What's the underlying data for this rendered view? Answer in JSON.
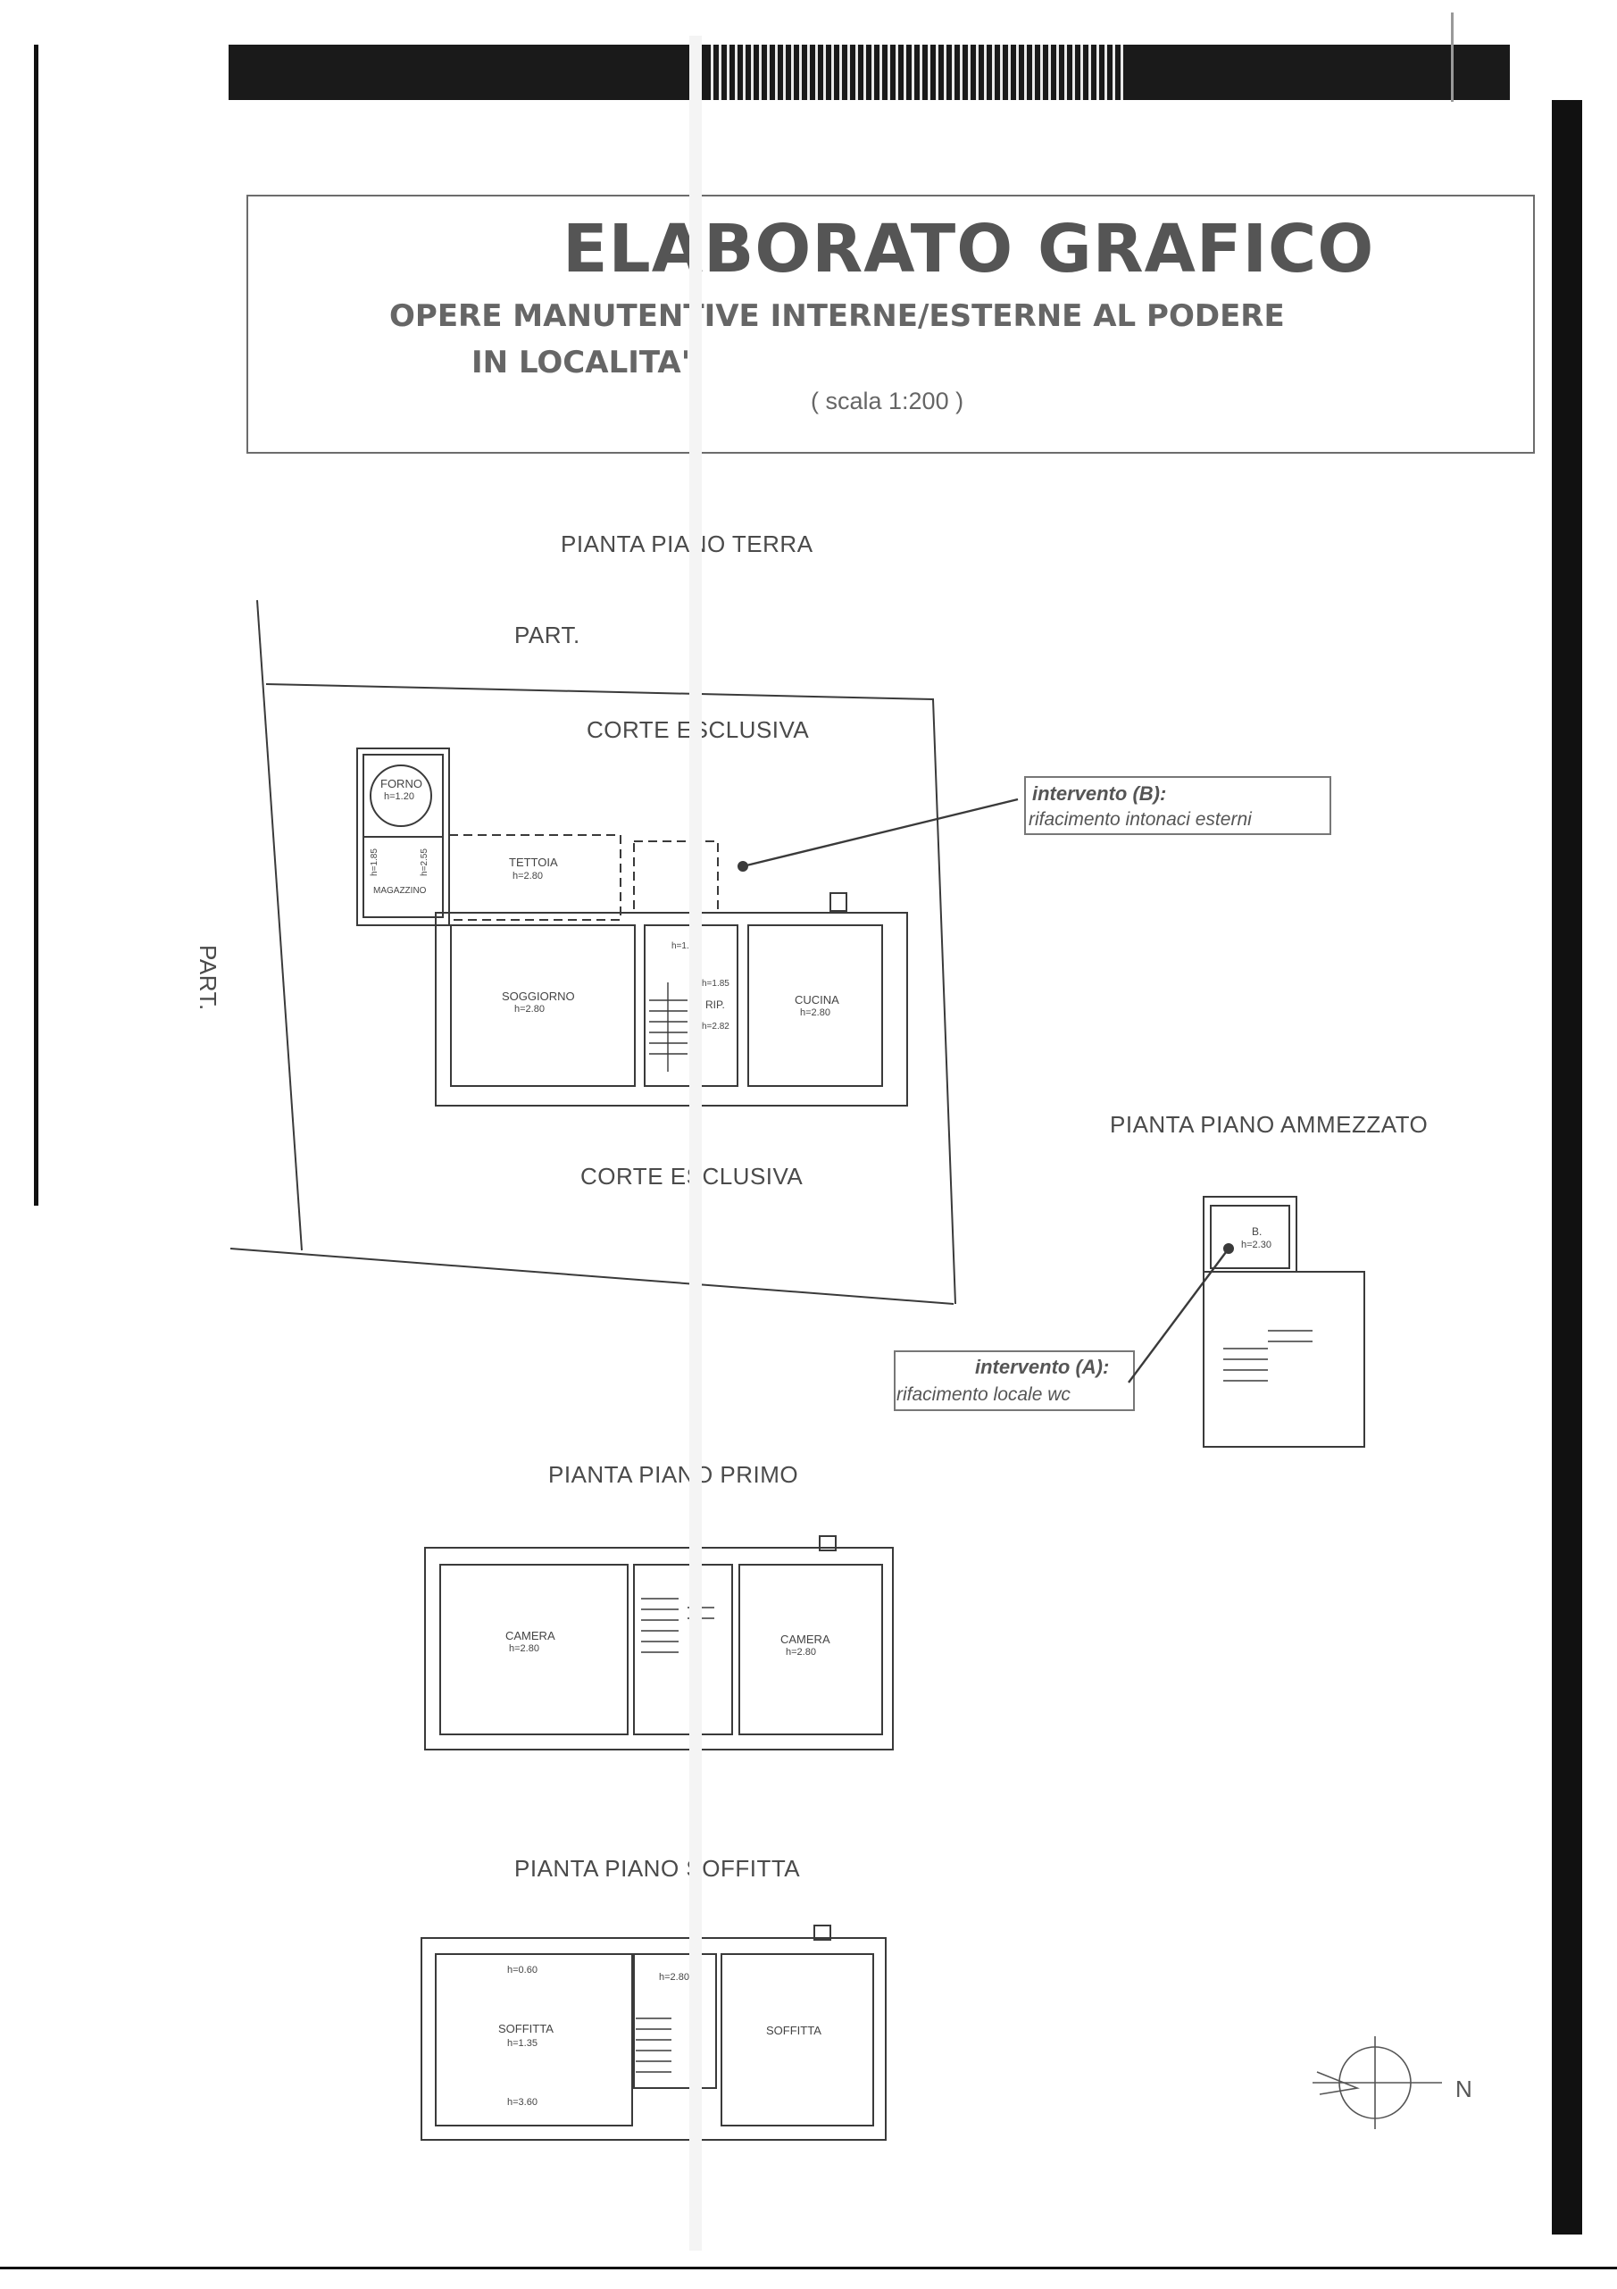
{
  "title": {
    "main": "ELABORATO GRAFICO",
    "line1": "OPERE MANUTENTIVE INTERNE/ESTERNE AL PODERE",
    "line2": "IN LOCALITA'",
    "scale": "( scala 1:200 )"
  },
  "plans": {
    "ground": "PIANTA PIANO TERRA",
    "mezzanine": "PIANTA PIANO AMMEZZATO",
    "first": "PIANTA PIANO PRIMO",
    "attic": "PIANTA PIANO SOFFITTA"
  },
  "site": {
    "part_top": "PART.",
    "part_left": "PART.",
    "corte_top": "CORTE ESCLUSIVA",
    "corte_bottom": "CORTE ESCLUSIVA"
  },
  "ground_rooms": {
    "forno": "FORNO",
    "forno_h": "h=1.20",
    "magazzino": "MAGAZZINO",
    "magazzino_h1": "h=1.85",
    "magazzino_h2": "h=2.55",
    "tettoia": "TETTOIA",
    "tettoia_h": "h=2.80",
    "soggiorno": "SOGGIORNO",
    "soggiorno_h": "h=2.80",
    "cucina": "CUCINA",
    "cucina_h": "h=2.80",
    "rip": "RIP.",
    "rip_h1": "h=1.85",
    "rip_h2": "h=2.82",
    "stair_h": "h=1.90"
  },
  "mezz_rooms": {
    "b": "B.",
    "b_h": "h=2.30"
  },
  "first_rooms": {
    "camera_l": "CAMERA",
    "camera_l_h": "h=2.80",
    "camera_r": "CAMERA",
    "camera_r_h": "h=2.80"
  },
  "attic_rooms": {
    "soffitta_l": "SOFFITTA",
    "soffitta_l_h": "h=1.35",
    "soffitta_r": "SOFFITTA",
    "h_top": "h=0.60",
    "h_bottom": "h=3.60",
    "h_stair": "h=2.80"
  },
  "notes": {
    "b_title": "intervento (B):",
    "b_text": "rifacimento intonaci esterni",
    "a_title": "intervento (A):",
    "a_text": "rifacimento locale wc"
  },
  "compass": {
    "north": "N"
  }
}
